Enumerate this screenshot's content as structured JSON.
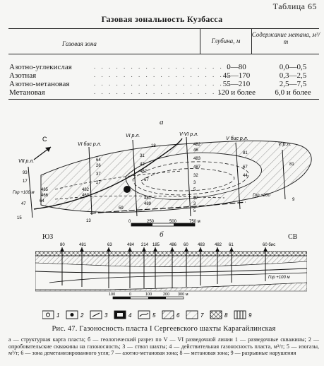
{
  "page_label": "Таблица 65",
  "table": {
    "title": "Газовая зональность Кузбасса",
    "headers": {
      "zone": "Газовая зона",
      "depth": "Глубина, м",
      "methane": "Содержание метана, м³/т"
    },
    "rows": [
      {
        "zone": "Азотно-углекислая",
        "depth": "0—80",
        "methane": "0,0—0,5"
      },
      {
        "zone": "Азотная",
        "depth": "45—170",
        "methane": "0,3—2,5"
      },
      {
        "zone": "Азотно-метановая",
        "depth": "55—210",
        "methane": "2,5—7,5"
      },
      {
        "zone": "Метановая",
        "depth": "120 и более",
        "methane": "6,0 и более"
      }
    ]
  },
  "figure": {
    "panel_a": "а",
    "panel_b": "б",
    "compass": "С",
    "sw": "ЮЗ",
    "ne": "СВ",
    "well_labels": [
      "VII р.л.",
      "VI бис р.л.",
      "VI р.л.",
      "V-VI р.л.",
      "V бис р.л.",
      "V р.л."
    ],
    "map_values": [
      "93",
      "17",
      "485",
      "466",
      "64",
      "15",
      "47",
      "64",
      "26",
      "37",
      "27",
      "482",
      "463",
      "31",
      "42",
      "462",
      "67",
      "18",
      "481",
      "489",
      "59",
      "13",
      "482",
      "46",
      "483",
      "487",
      "32",
      "3",
      "5",
      "67",
      "3",
      "5",
      "81",
      "67",
      "44",
      "81",
      "9"
    ],
    "map_extras": [
      "Гор +100 м",
      "Гор +200",
      "Гор +100 м"
    ],
    "scale_a": [
      "0",
      "250",
      "500",
      "750 м"
    ],
    "section_top_numbers": [
      "80",
      "481",
      "63",
      "484",
      "214",
      "185",
      "486",
      "60",
      "483",
      "482",
      "61",
      "60 бис"
    ],
    "scale_b": [
      "100",
      "0",
      "100",
      "200",
      "300 м"
    ],
    "legend_numbers": [
      "1",
      "2",
      "3",
      "4",
      "5",
      "6",
      "7",
      "8",
      "9"
    ]
  },
  "caption": {
    "title": "Рис. 47. Газоносность пласта I Сергеевского шахты Карагайлинская",
    "legend": "а — структурная карта пласта; б — геологический разрез по V — VI разведочной линии 1 — разведочные скважины; 2 — опробовательские скважины на газоносность; 3 — ствол шахты; 4 — действительная газоносность пласта, м³/т; 5 — изогазы, м³/т; 6 — зона деметанизированного угля; 7 — азотно-метановая зона; 8 — метановая зона; 9 — разрывные нарушения"
  }
}
